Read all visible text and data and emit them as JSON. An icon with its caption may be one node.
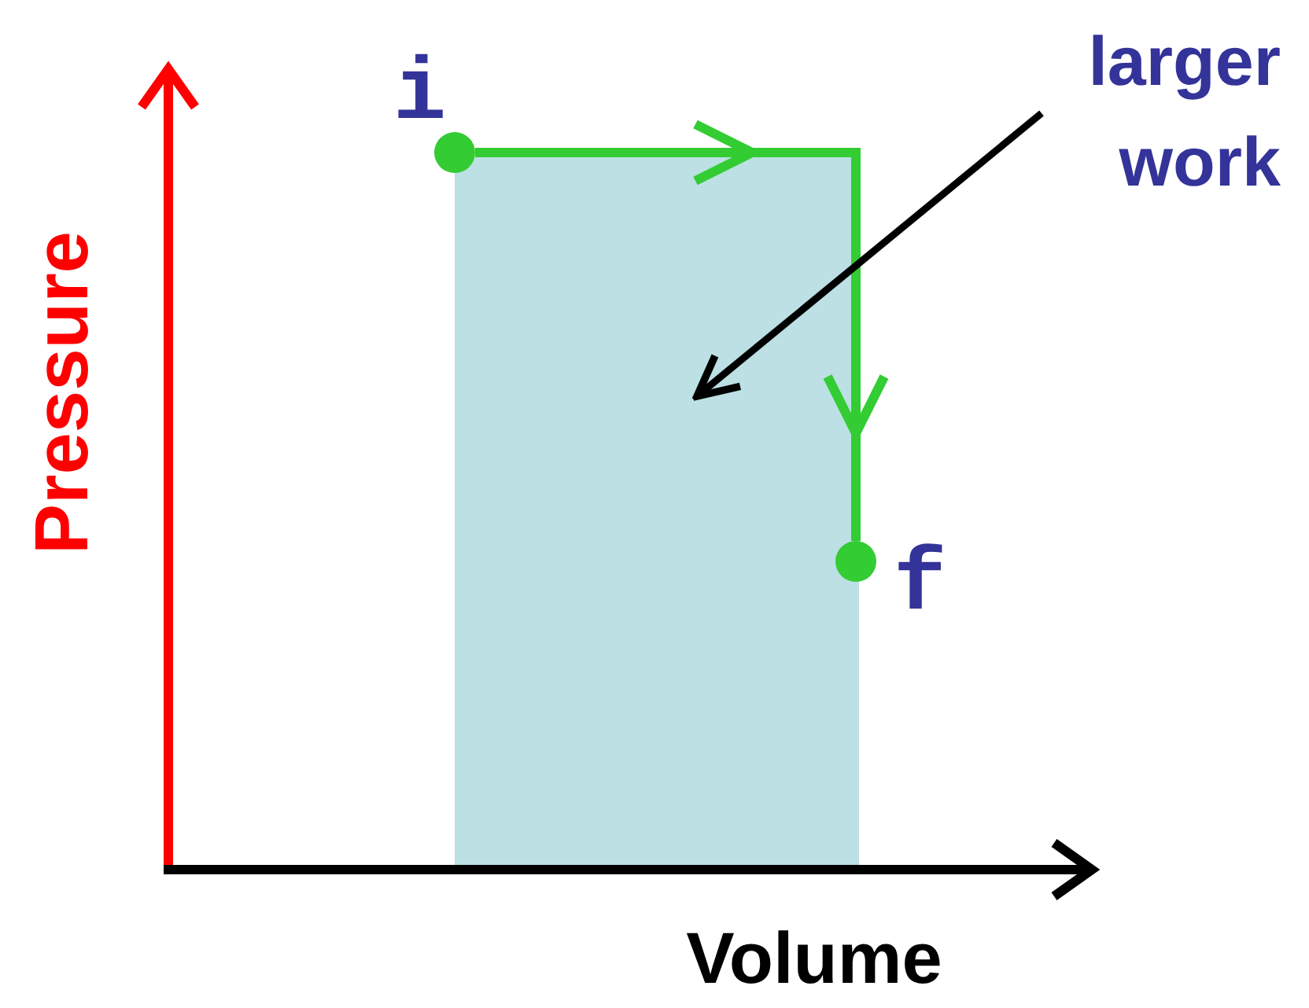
{
  "diagram": {
    "nodes": [
      {
        "text": [],
        "shape": "circle",
        "beside": [
          "i"
        ]
      },
      {
        "text": [
          "larger work"
        ]
      },
      {
        "text": [],
        "shape": "box"
      },
      {
        "text": [],
        "shape": "circle",
        "beside": [
          "f"
        ]
      }
    ],
    "edges": [
      {
        "from": 0,
        "to": 3,
        "arrow": "to",
        "color": "#33cc33"
      },
      {
        "from": 1,
        "to": 2,
        "arrow": "to",
        "color": "#000000"
      }
    ],
    "labels": [
      "Pressure",
      "Volume"
    ]
  }
}
